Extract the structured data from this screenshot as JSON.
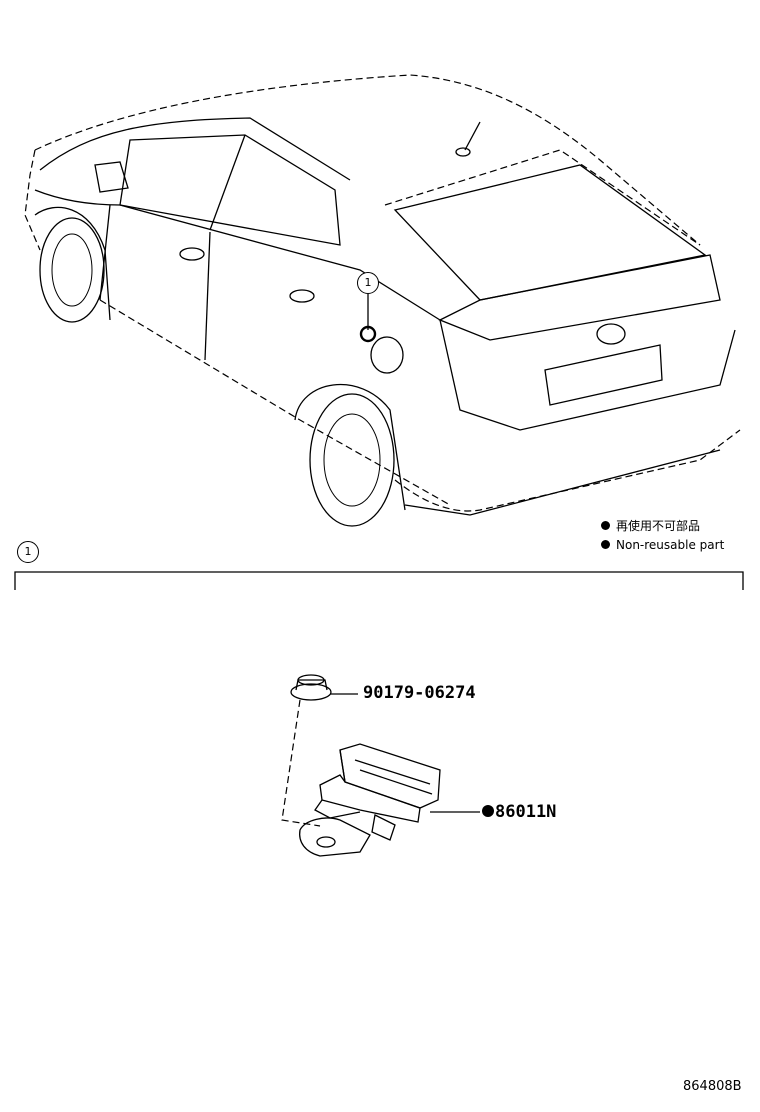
{
  "legend": {
    "jp": "再使用不可部品",
    "en": "Non-reusable part"
  },
  "callouts": {
    "vehicle_ref": "1",
    "section_ref": "1"
  },
  "parts": {
    "bolt": "90179-06274",
    "module": "86011N"
  },
  "diagram_id": "864808B"
}
